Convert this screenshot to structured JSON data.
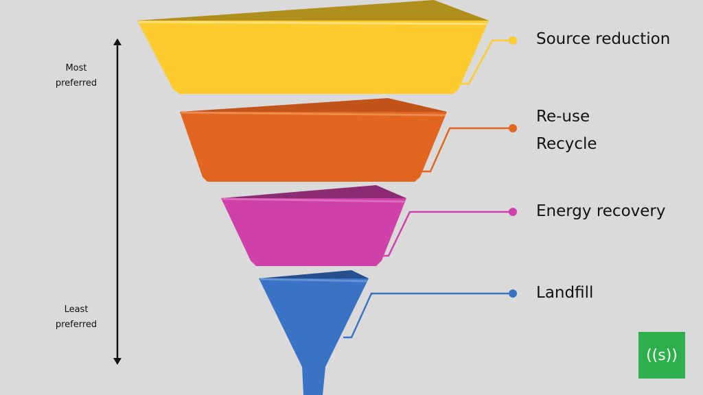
{
  "levels": [
    {
      "label": "Source reduction",
      "color": "#fccb2d",
      "back": "#b08f1c"
    },
    {
      "label_1": "Re-use",
      "label_2": "Recycle",
      "color": "#e2661f",
      "back": "#c2541a"
    },
    {
      "label": "Energy recovery",
      "color": "#cf41a8",
      "back": "#8b2b72"
    },
    {
      "label": "Landfill",
      "color": "#3a73c6",
      "back": "#264f8e"
    }
  ],
  "scale": {
    "top_1": "Most",
    "top_2": "preferred",
    "bottom_1": "Least",
    "bottom_2": "preferred"
  },
  "logo": {
    "text": "((s))",
    "color": "#2db04b"
  }
}
